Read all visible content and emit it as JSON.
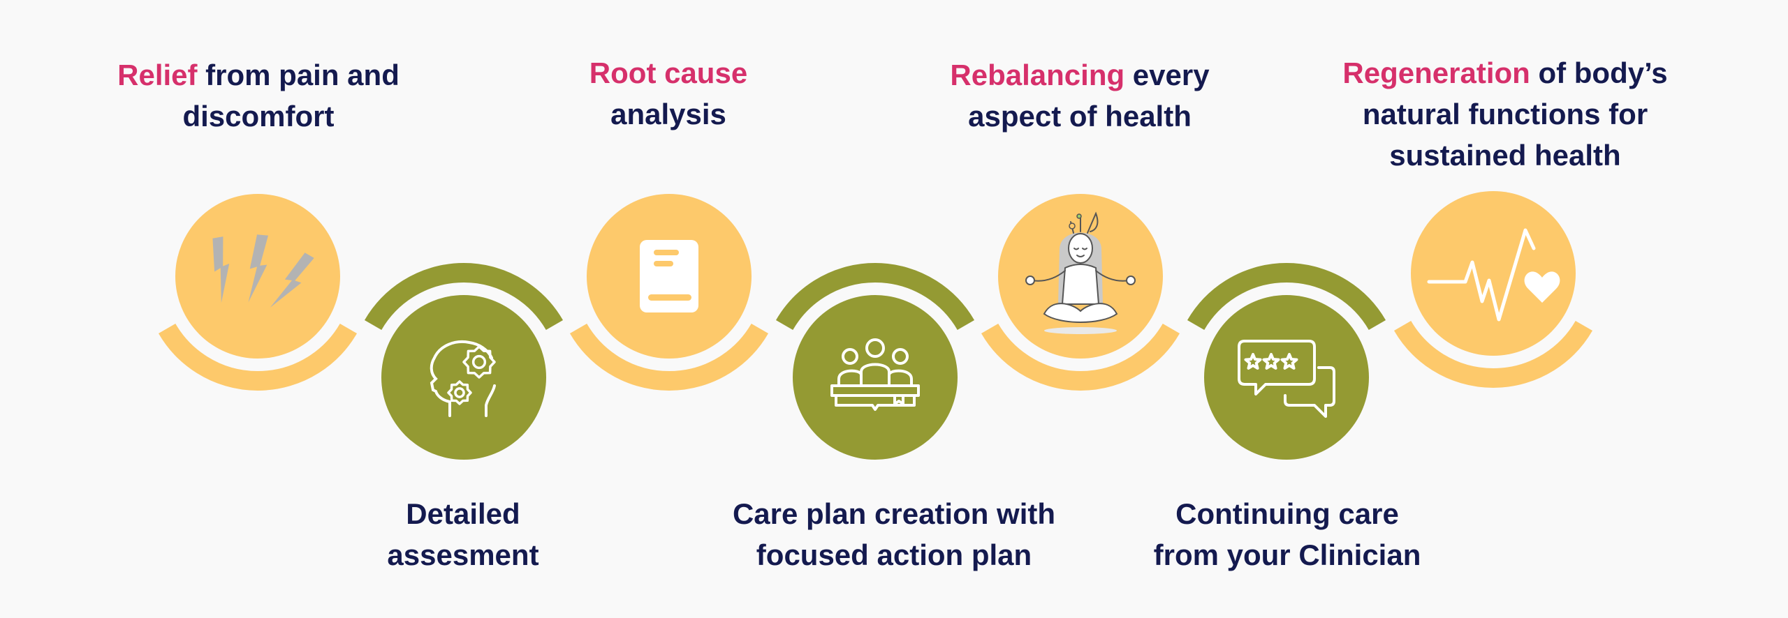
{
  "colors": {
    "background": "#f9f9f9",
    "yellow": "#fdc96b",
    "olive": "#949a33",
    "navy": "#141a4f",
    "pink": "#d6306b",
    "icon_gray": "#b3b3b3",
    "icon_white": "#ffffff"
  },
  "steps": [
    {
      "name": "step-relief",
      "color": "yellow",
      "icon": "lightning-icon",
      "highlight": "Relief",
      "line1_rest": " from pain and",
      "line2": "discomfort",
      "line3": ""
    },
    {
      "name": "step-assessment",
      "color": "olive",
      "icon": "head-gears-icon",
      "highlight": "",
      "line1_rest": "Detailed",
      "line2": "assesment",
      "line3": ""
    },
    {
      "name": "step-root-cause",
      "color": "yellow",
      "icon": "book-icon",
      "highlight": "Root cause",
      "line1_rest": "",
      "line2": "analysis",
      "line3": ""
    },
    {
      "name": "step-care-plan",
      "color": "olive",
      "icon": "group-meeting-icon",
      "highlight": "",
      "line1_rest": "Care plan creation with",
      "line2": "focused action plan",
      "line3": ""
    },
    {
      "name": "step-rebalancing",
      "color": "yellow",
      "icon": "meditating-woman-icon",
      "highlight": "Rebalancing",
      "line1_rest": " every",
      "line2": "aspect of health",
      "line3": ""
    },
    {
      "name": "step-continuing-care",
      "color": "olive",
      "icon": "rating-chat-icon",
      "highlight": "",
      "line1_rest": "Continuing care",
      "line2": "from your Clinician",
      "line3": ""
    },
    {
      "name": "step-regeneration",
      "color": "yellow",
      "icon": "heartbeat-icon",
      "highlight": "Regeneration",
      "line1_rest": " of body’s",
      "line2": "natural functions for",
      "line3": "sustained health"
    }
  ]
}
